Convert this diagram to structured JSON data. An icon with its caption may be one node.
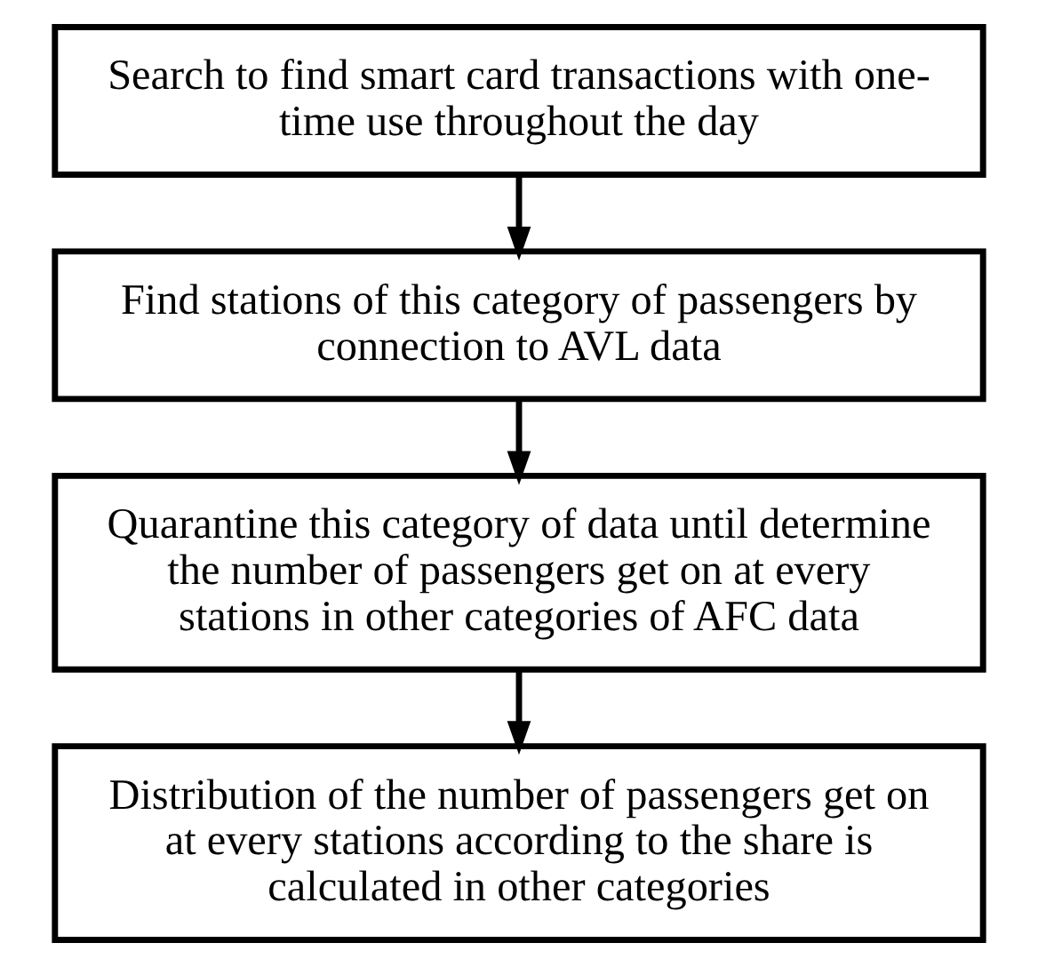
{
  "diagram": {
    "nodes": [
      {
        "text": [
          "Search to find smart card transactions with one-time use throughout the day"
        ]
      },
      {
        "text": [
          "Find stations of this category of passengers by connection to AVL data"
        ]
      },
      {
        "text": [
          "Quarantine this category of data until determine the number of passengers get on at every stations in other categories of AFC data"
        ]
      },
      {
        "text": [
          "Distribution of the number of passengers get on at every stations according to the share is calculated in other categories"
        ]
      }
    ],
    "edges": [
      {
        "from": 0,
        "to": 1,
        "arrow": "to"
      },
      {
        "from": 1,
        "to": 2,
        "arrow": "to"
      },
      {
        "from": 2,
        "to": 3,
        "arrow": "to"
      }
    ]
  }
}
